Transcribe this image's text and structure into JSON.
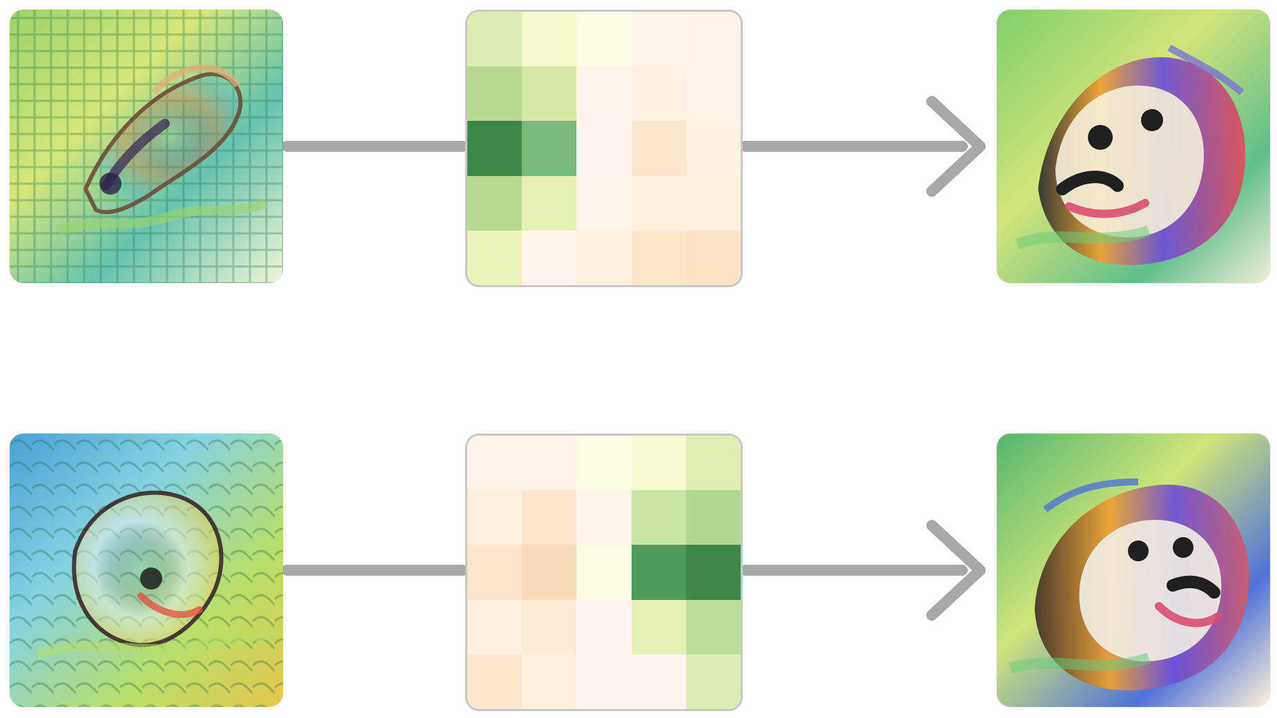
{
  "diagram": {
    "rows": [
      {
        "input_image_icon": "abstract-feature-visualization-dog",
        "output_image_icon": "feature-visualization-dog",
        "input_palette": [
          "#8ccf5a",
          "#dfe87a",
          "#53b9c9",
          "#3c8c4f",
          "#b98a5f",
          "#f2f5c8"
        ],
        "output_palette": [
          "#8fd060",
          "#c7e36d",
          "#f0a030",
          "#6b4fd8",
          "#2b2b2b",
          "#f5f0d9"
        ],
        "heatmap": [
          [
            "#dceeb3",
            "#f6f8cc",
            "#fdfde6",
            "#fdf5ea",
            "#fdf3e6"
          ],
          [
            "#b6d98f",
            "#d5e9a6",
            "#fdf6ec",
            "#fcf1e2",
            "#fdf3e6"
          ],
          [
            "#3f8748",
            "#79ba79",
            "#fef6ee",
            "#fae6cb",
            "#fdf2e4"
          ],
          [
            "#b6d98f",
            "#e6f2b4",
            "#fdf5ec",
            "#fcefde",
            "#fcf0e0"
          ],
          [
            "#eaf4ba",
            "#fdf6ec",
            "#fcf0e1",
            "#fbe6c9",
            "#fbe3c4"
          ]
        ]
      },
      {
        "input_image_icon": "abstract-feature-visualization-dog",
        "output_image_icon": "feature-visualization-dog",
        "input_palette": [
          "#5aa8d8",
          "#8ad6e0",
          "#b6df6a",
          "#e6c74c",
          "#2c2c2c",
          "#f2f3f0"
        ],
        "output_palette": [
          "#64c074",
          "#cfe57a",
          "#f0a030",
          "#3f2d24",
          "#4f73d9",
          "#fff2d6"
        ],
        "heatmap": [
          [
            "#fdf3e6",
            "#fdf3e6",
            "#fdfde6",
            "#f7f9d3",
            "#dfeeb3"
          ],
          [
            "#fcefdf",
            "#fbe7cd",
            "#fdf5ea",
            "#cbe5a3",
            "#b1d88e"
          ],
          [
            "#fbe6cc",
            "#f9ddb8",
            "#fdfde6",
            "#4f9b5c",
            "#3f8748"
          ],
          [
            "#fcf0e1",
            "#fbebd5",
            "#fdf6ee",
            "#e6f2b4",
            "#bcdd97"
          ],
          [
            "#fbe7cd",
            "#fcefdd",
            "#fdf6ee",
            "#fdf6ee",
            "#dceeb3"
          ]
        ]
      }
    ]
  }
}
